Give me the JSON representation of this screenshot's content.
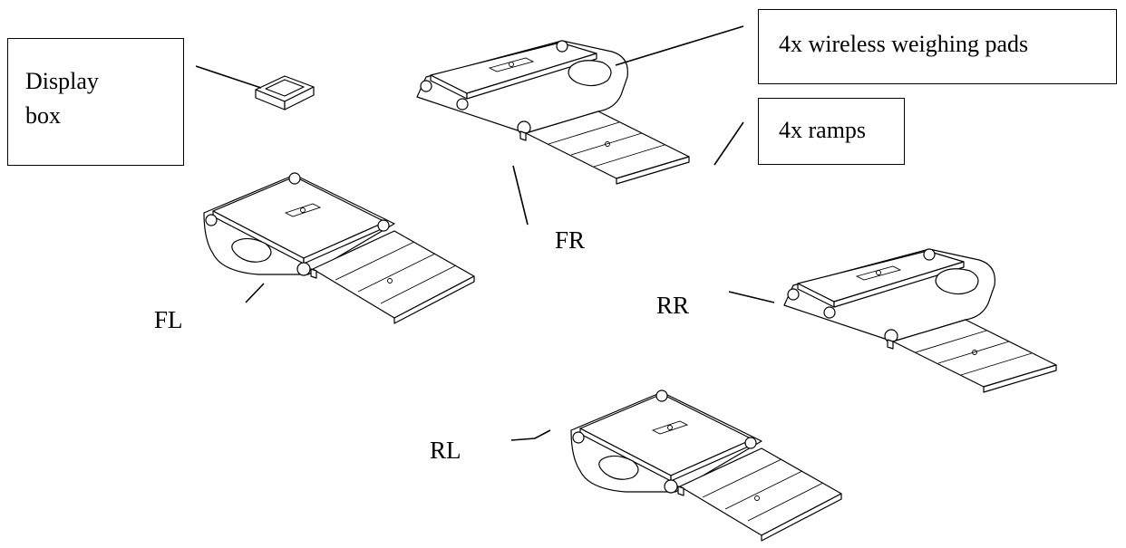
{
  "callouts": {
    "display_box": "Display\nbox",
    "pads": "4x wireless weighing pads",
    "ramps": "4x ramps"
  },
  "positions": {
    "fr": "FR",
    "fl": "FL",
    "rr": "RR",
    "rl": "RL"
  }
}
